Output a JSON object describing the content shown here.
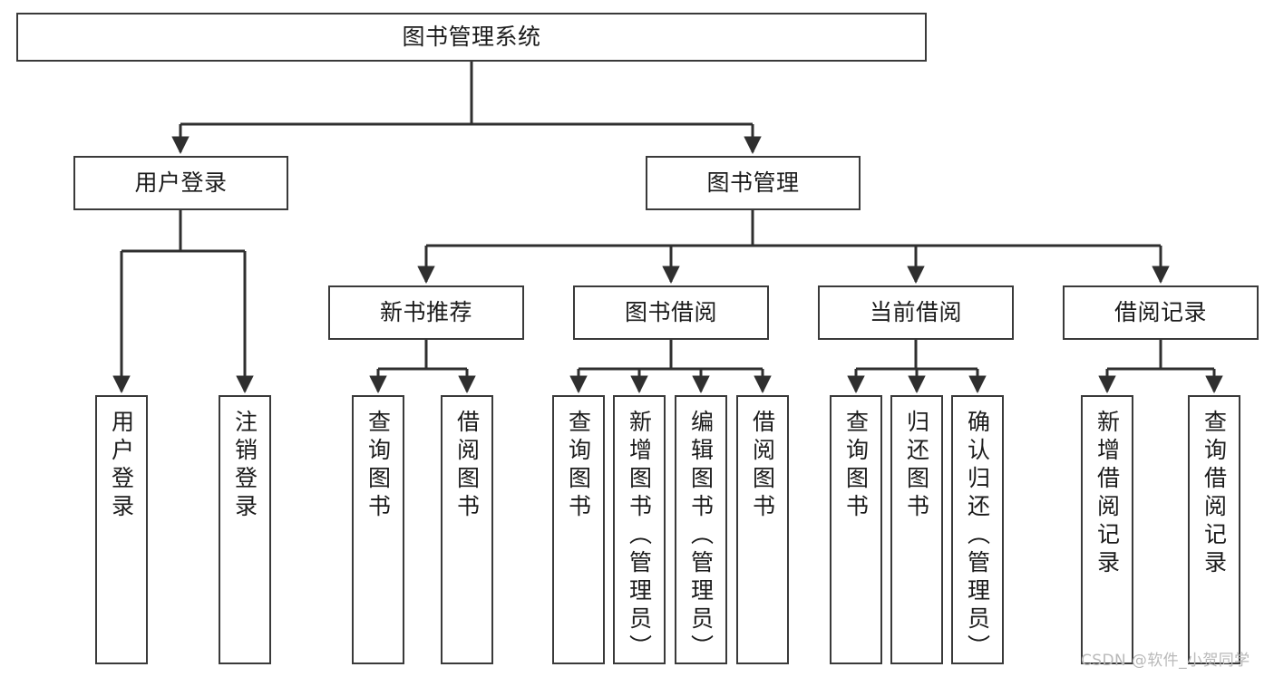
{
  "diagram": {
    "title": "图书管理系统",
    "type": "tree-hierarchy-diagram",
    "orientation": "top-down",
    "colors": {
      "node_border": "#3a3a3a",
      "node_fill": "#ffffff",
      "edge": "#2f2f2f",
      "text": "#1b1b1b",
      "watermark": "#b9b9b9",
      "background": "#ffffff"
    },
    "watermark": "CSDN @软件_小贺同学"
  },
  "nodes": {
    "root": {
      "label": "图书管理系统",
      "level": 1
    },
    "level2": [
      {
        "id": "user-login",
        "label": "用户登录"
      },
      {
        "id": "book-management",
        "label": "图书管理"
      }
    ],
    "level3": [
      {
        "id": "new-book-recommend",
        "label": "新书推荐"
      },
      {
        "id": "book-borrow",
        "label": "图书借阅"
      },
      {
        "id": "current-borrow",
        "label": "当前借阅"
      },
      {
        "id": "borrow-record",
        "label": "借阅记录"
      }
    ],
    "leaves": {
      "user_login": [
        {
          "id": "leaf-user-login",
          "label": "用户登录"
        },
        {
          "id": "leaf-logout-login",
          "label": "注销登录"
        }
      ],
      "new_book_recommend": [
        {
          "id": "leaf-query-book-1",
          "label": "查询图书"
        },
        {
          "id": "leaf-borrow-book-1",
          "label": "借阅图书"
        }
      ],
      "book_borrow": [
        {
          "id": "leaf-query-book-2",
          "label": "查询图书"
        },
        {
          "id": "leaf-add-book",
          "label": "新增图书（管理员）"
        },
        {
          "id": "leaf-edit-book",
          "label": "编辑图书（管理员）"
        },
        {
          "id": "leaf-borrow-book-2",
          "label": "借阅图书"
        }
      ],
      "current_borrow": [
        {
          "id": "leaf-query-book-3",
          "label": "查询图书"
        },
        {
          "id": "leaf-return-book",
          "label": "归还图书"
        },
        {
          "id": "leaf-confirm-return",
          "label": "确认归还（管理员）"
        }
      ],
      "borrow_record": [
        {
          "id": "leaf-add-record",
          "label": "新增借阅记录"
        },
        {
          "id": "leaf-query-record",
          "label": "查询借阅记录"
        }
      ]
    }
  }
}
